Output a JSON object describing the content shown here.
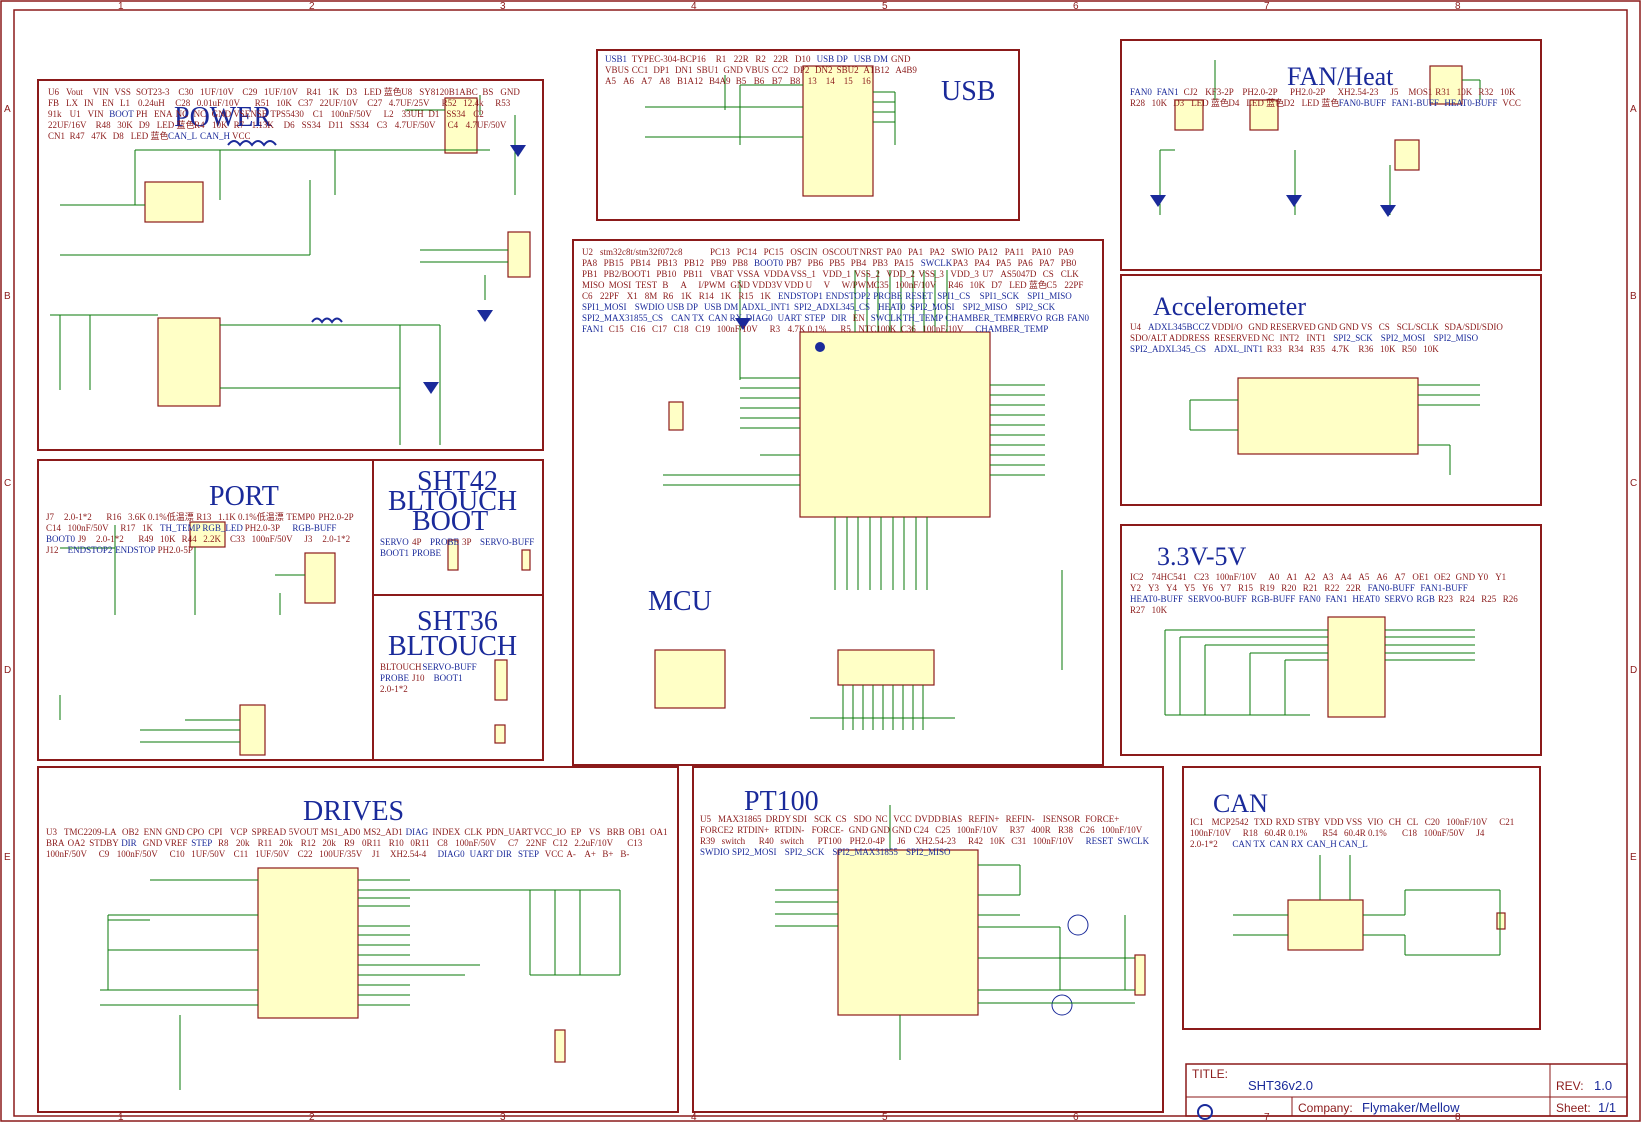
{
  "grid": {
    "columns": [
      "1",
      "2",
      "3",
      "4",
      "5",
      "6",
      "7",
      "8"
    ],
    "rows": [
      "A",
      "B",
      "C",
      "D",
      "E"
    ]
  },
  "sections": {
    "power": "POWER",
    "usb": "USB",
    "fan_heat": "FAN/Heat",
    "accelerometer": "Accelerometer",
    "port": "PORT",
    "sht42": [
      "SHT42",
      "BLTOUCH",
      "BOOT"
    ],
    "sht36": [
      "SHT36",
      "BLTOUCH"
    ],
    "mcu": "MCU",
    "v33_5": "3.3V-5V",
    "drives": "DRIVES",
    "pt100": "PT100",
    "can": "CAN"
  },
  "parts": {
    "power": [
      "U6",
      "Vout",
      "VIN",
      "VSS",
      "SOT23-3",
      "C30",
      "1UF/10V",
      "C29",
      "1UF/10V",
      "R41",
      "1K",
      "D3",
      "LED 蓝色",
      "U8",
      "SY8120B1ABC",
      "BS",
      "GND",
      "FB",
      "LX",
      "IN",
      "EN",
      "L1",
      "0.24uH",
      "C28",
      "0.01uF/10V",
      "R51",
      "10K",
      "C37",
      "22UF/10V",
      "C27",
      "4.7UF/25V",
      "R52",
      "12.4k",
      "R53",
      "91k",
      "U1",
      "VIN",
      "BOOT",
      "PH",
      "ENA",
      "NC",
      "NC",
      "GND",
      "VSENSE",
      "TPS5430",
      "C1",
      "100nF/50V",
      "L2",
      "33UH",
      "D1",
      "SS34",
      "C2",
      "22UF/16V",
      "R48",
      "30K",
      "D9",
      "LED 蓝色",
      "R4",
      "10K",
      "R7",
      "1.13K",
      "D6",
      "SS34",
      "D11",
      "SS34",
      "C3",
      "4.7UF/50V",
      "C4",
      "4.7UF/50V",
      "CN1",
      "R47",
      "47K",
      "D8",
      "LED 蓝色",
      "CAN_L",
      "CAN_H",
      "VCC"
    ],
    "usb": [
      "USB1",
      "TYPEC-304-BCP16",
      "R1",
      "22R",
      "R2",
      "22R",
      "D10",
      "USB DP",
      "USB DM",
      "GND",
      "VBUS",
      "CC1",
      "DP1",
      "DN1",
      "SBU1",
      "GND",
      "VBUS",
      "CC2",
      "DP2",
      "DN2",
      "SBU2",
      "A1B12",
      "A4B9",
      "A5",
      "A6",
      "A7",
      "A8",
      "B1A12",
      "B4A9",
      "B5",
      "B6",
      "B7",
      "B8",
      "13",
      "14",
      "15",
      "16"
    ],
    "fan_heat": [
      "FAN0",
      "FAN1",
      "CJ2",
      "KF3-2P",
      "PH2.0-2P",
      "PH2.0-2P",
      "XH2.54-23",
      "J5",
      "MOS1",
      "R31",
      "10K",
      "R32",
      "10K",
      "R28",
      "10K",
      "D3",
      "LED 蓝色",
      "D4",
      "LED 蓝色",
      "D2",
      "LED 蓝色",
      "FAN0-BUFF",
      "FAN1-BUFF",
      "HEAT0-BUFF",
      "VCC"
    ],
    "accelerometer": [
      "U4",
      "ADXL345BCCZ",
      "VDDI/O",
      "GND",
      "RESERVED",
      "GND",
      "GND",
      "VS",
      "CS",
      "SCL/SCLK",
      "SDA/SDI/SDIO",
      "SDO/ALT ADDRESS",
      "RESERVED",
      "NC",
      "INT2",
      "INT1",
      "SPI2_SCK",
      "SPI2_MOSI",
      "SPI2_MISO",
      "SPI2_ADXL345_CS",
      "ADXL_INT1",
      "R33",
      "R34",
      "R35",
      "4.7K",
      "R36",
      "10K",
      "R50",
      "10K"
    ],
    "mcu": [
      "U2",
      "stm32c8t/stm32f072c8",
      "PC13",
      "PC14",
      "PC15",
      "OSCIN",
      "OSCOUT",
      "NRST",
      "PA0",
      "PA1",
      "PA2",
      "SWIO",
      "PA12",
      "PA11",
      "PA10",
      "PA9",
      "PA8",
      "PB15",
      "PB14",
      "PB13",
      "PB12",
      "PB9",
      "PB8",
      "BOOT0",
      "PB7",
      "PB6",
      "PB5",
      "PB4",
      "PB3",
      "PA15",
      "SWCLK",
      "PA3",
      "PA4",
      "PA5",
      "PA6",
      "PA7",
      "PB0",
      "PB1",
      "PB2/BOOT1",
      "PB10",
      "PB11",
      "VBAT",
      "VSSA",
      "VDDA",
      "VSS_1",
      "VDD_1",
      "VSS_2",
      "VDD_2",
      "VSS_3",
      "VDD_3",
      "U7",
      "AS5047D",
      "CS",
      "CLK",
      "MISO",
      "MOSI",
      "TEST",
      "B",
      "A",
      "I/PWM",
      "GND",
      "VDD3V",
      "VDD",
      "U",
      "V",
      "W/PWM",
      "C35",
      "100nF/10V",
      "R46",
      "10K",
      "D7",
      "LED 蓝色",
      "C5",
      "22PF",
      "C6",
      "22PF",
      "X1",
      "8M",
      "R6",
      "1K",
      "R14",
      "1K",
      "R15",
      "1K",
      "ENDSTOP1",
      "ENDSTOP2",
      "PROBE",
      "RESET",
      "SPI1_CS",
      "SPI1_SCK",
      "SPI1_MISO",
      "SPI1_MOSI",
      "SWDIO",
      "USB DP",
      "USB DM",
      "ADXL_INT1",
      "SPI2_ADXL345_CS",
      "HEAT0",
      "SPI2_MOSI",
      "SPI2_MISO",
      "SPI2_SCK",
      "SPI2_MAX31855_CS",
      "CAN TX",
      "CAN RX",
      "DIAG0",
      "UART",
      "STEP",
      "DIR",
      "EN",
      "SWCLK",
      "TH_TEMP",
      "CHAMBER_TEMP",
      "SERVO",
      "RGB",
      "FAN0",
      "FAN1",
      "C15",
      "C16",
      "C17",
      "C18",
      "C19",
      "100nF/10V",
      "R3",
      "4.7K 0.1%",
      "R5",
      "NTC100K",
      "C36",
      "100nF/10V",
      "CHAMBER_TEMP"
    ],
    "port": [
      "J7",
      "2.0-1*2",
      "R16",
      "3.6K 0.1%低温漂",
      "R13",
      "1.1K 0.1%低温漂",
      "TEMP0",
      "PH2.0-2P",
      "C14",
      "100nF/50V",
      "R17",
      "1K",
      "TH_TEMP",
      "RGB_LED",
      "PH2.0-3P",
      "RGB-BUFF",
      "BOOT0",
      "J9",
      "2.0-1*2",
      "R49",
      "10K",
      "R44",
      "2.2K",
      "C33",
      "100nF/50V",
      "J3",
      "2.0-1*2",
      "J12",
      "ENDSTOP2",
      "ENDSTOP",
      "PH2.0-5P"
    ],
    "sht42": [
      "SERVO",
      "4P",
      "PROBE",
      "3P",
      "SERVO-BUFF",
      "BOOT1",
      "PROBE"
    ],
    "sht36": [
      "BLTOUCH",
      "SERVO-BUFF",
      "PROBE",
      "J10",
      "BOOT1",
      "2.0-1*2"
    ],
    "v33_5": [
      "IC2",
      "74HC541",
      "C23",
      "100nF/10V",
      "A0",
      "A1",
      "A2",
      "A3",
      "A4",
      "A5",
      "A6",
      "A7",
      "OE1",
      "OE2",
      "GND",
      "Y0",
      "Y1",
      "Y2",
      "Y3",
      "Y4",
      "Y5",
      "Y6",
      "Y7",
      "R15",
      "R19",
      "R20",
      "R21",
      "R22",
      "22R",
      "FAN0-BUFF",
      "FAN1-BUFF",
      "HEAT0-BUFF",
      "SERVO0-BUFF",
      "RGB-BUFF",
      "FAN0",
      "FAN1",
      "HEAT0",
      "SERVO",
      "RGB",
      "R23",
      "R24",
      "R25",
      "R26",
      "R27",
      "10K"
    ],
    "drives": [
      "U3",
      "TMC2209-LA",
      "OB2",
      "ENN",
      "GND",
      "CPO",
      "CPI",
      "VCP",
      "SPREAD",
      "5VOUT",
      "MS1_AD0",
      "MS2_AD1",
      "DIAG",
      "INDEX",
      "CLK",
      "PDN_UART",
      "VCC_IO",
      "EP",
      "VS",
      "BRB",
      "OB1",
      "OA1",
      "BRA",
      "OA2",
      "STDBY",
      "DIR",
      "GND",
      "VREF",
      "STEP",
      "R8",
      "20k",
      "R11",
      "20k",
      "R12",
      "20k",
      "R9",
      "0R11",
      "R10",
      "0R11",
      "C8",
      "100nF/50V",
      "C7",
      "22NF",
      "C12",
      "2.2uF/10V",
      "C13",
      "100nF/50V",
      "C9",
      "100nF/50V",
      "C10",
      "1UF/50V",
      "C11",
      "1UF/50V",
      "C22",
      "100UF/35V",
      "J1",
      "XH2.54-4",
      "DIAG0",
      "UART",
      "DIR",
      "STEP",
      "VCC",
      "A-",
      "A+",
      "B+",
      "B-"
    ],
    "pt100": [
      "U5",
      "MAX31865",
      "DRDY",
      "SDI",
      "SCK",
      "CS",
      "SDO",
      "NC",
      "VCC",
      "DVDD",
      "BIAS",
      "REFIN+",
      "REFIN-",
      "ISENSOR",
      "FORCE+",
      "FORCE2",
      "RTDIN+",
      "RTDIN-",
      "FORCE-",
      "GND",
      "GND",
      "GND",
      "C24",
      "C25",
      "100nF/10V",
      "R37",
      "400R",
      "R38",
      "C26",
      "100nF/10V",
      "R39",
      "switch",
      "R40",
      "switch",
      "PT100",
      "PH2.0-4P",
      "J6",
      "XH2.54-23",
      "R42",
      "10K",
      "C31",
      "100nF/10V",
      "RESET",
      "SWCLK",
      "SWDIO",
      "SPI2_MOSI",
      "SPI2_SCK",
      "SPI2_MAX31855",
      "SPI2_MISO"
    ],
    "can": [
      "IC1",
      "MCP2542",
      "TXD",
      "RXD",
      "STBY",
      "VDD",
      "VSS",
      "VIO",
      "CH",
      "CL",
      "C20",
      "100nF/10V",
      "C21",
      "100nF/10V",
      "R18",
      "60.4R 0.1%",
      "R54",
      "60.4R 0.1%",
      "C18",
      "100nF/50V",
      "J4",
      "2.0-1*2",
      "CAN TX",
      "CAN RX",
      "CAN_H",
      "CAN_L"
    ]
  },
  "title_block": {
    "title_key": "TITLE:",
    "title": "SHT36v2.0",
    "rev_key": "REV:",
    "rev": "1.0",
    "company_key": "Company:",
    "company": "Flymaker/Mellow",
    "sheet_key": "Sheet:",
    "sheet": "1/1"
  }
}
